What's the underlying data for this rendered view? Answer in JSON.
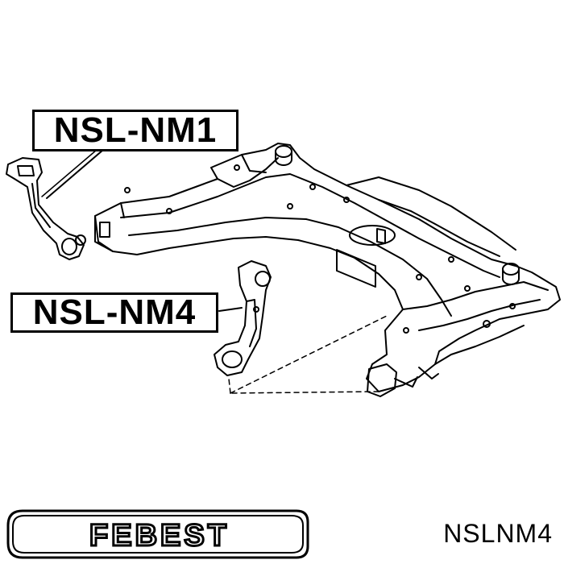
{
  "callouts": {
    "nm1": "NSL-NM1",
    "nm4": "NSL-NM4"
  },
  "brand": {
    "name": "FEBEST",
    "color": "#000000"
  },
  "part_number": "NSLNM4",
  "colors": {
    "line": "#000000",
    "background": "#ffffff"
  }
}
